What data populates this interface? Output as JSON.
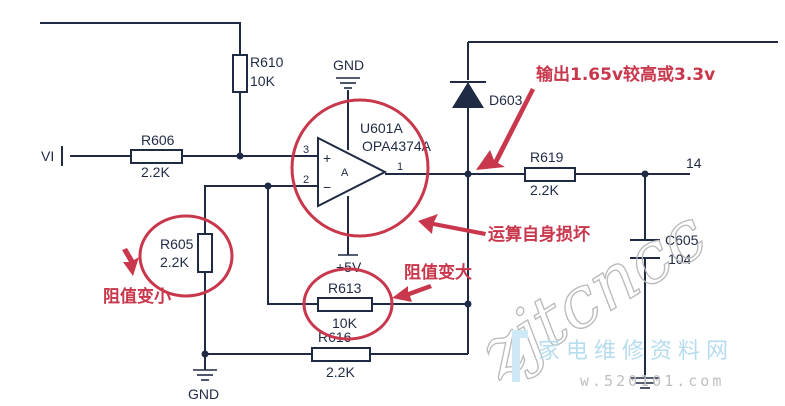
{
  "components": {
    "r610": {
      "ref": "R610",
      "value": "10K"
    },
    "r606": {
      "ref": "R606",
      "value": "2.2K"
    },
    "r605": {
      "ref": "R605",
      "value": "2.2K"
    },
    "r613": {
      "ref": "R613",
      "value": "10K"
    },
    "r616": {
      "ref": "R616",
      "value": "2.2K"
    },
    "r619": {
      "ref": "R619",
      "value": "2.2K"
    },
    "c605": {
      "ref": "C605",
      "value": "104"
    },
    "d603": {
      "ref": "D603"
    },
    "u601": {
      "ref": "U601A",
      "part": "OPA4374A",
      "pin_in_plus": "3",
      "pin_in_minus": "2",
      "pin_out": "1",
      "sign_plus": "+",
      "sign_minus": "−",
      "center": "A"
    }
  },
  "nets": {
    "vi": "VI",
    "gnd_top": "GND",
    "gnd_bottom": "GND",
    "vcc": "+5V",
    "out_pin": "14"
  },
  "annotations": {
    "output_note": "输出1.65v较高或3.3v",
    "opamp_note": "运算自身损坏",
    "r613_note": "阻值变大",
    "r605_note": "阻值变小"
  },
  "watermark": {
    "script": "zjtcncc",
    "site_cn": "家电维修资料网",
    "site_url": "w.520101.com"
  },
  "colors": {
    "wire": "#1f2a44",
    "annotation": "#c8374b",
    "watermark_blue": "#b6dcef"
  }
}
